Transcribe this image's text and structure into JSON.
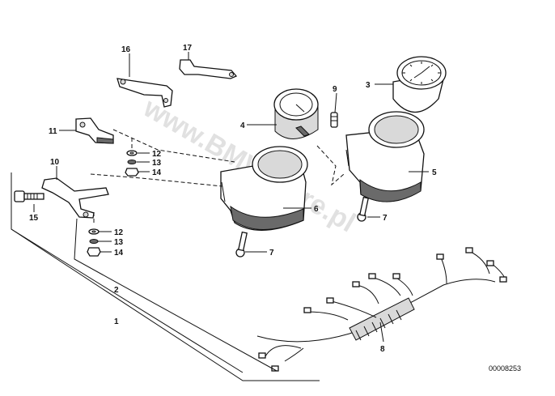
{
  "diagram": {
    "reference_number": "00008253",
    "watermark": "www.BMWstore.pl",
    "callouts": {
      "c1": "1",
      "c2": "2",
      "c3": "3",
      "c4": "4",
      "c5": "5",
      "c6": "6",
      "c7a": "7",
      "c7b": "7",
      "c8": "8",
      "c9": "9",
      "c10": "10",
      "c11": "11",
      "c12a": "12",
      "c12b": "12",
      "c13a": "13",
      "c13b": "13",
      "c14a": "14",
      "c14b": "14",
      "c15": "15",
      "c16": "16",
      "c17": "17"
    }
  }
}
